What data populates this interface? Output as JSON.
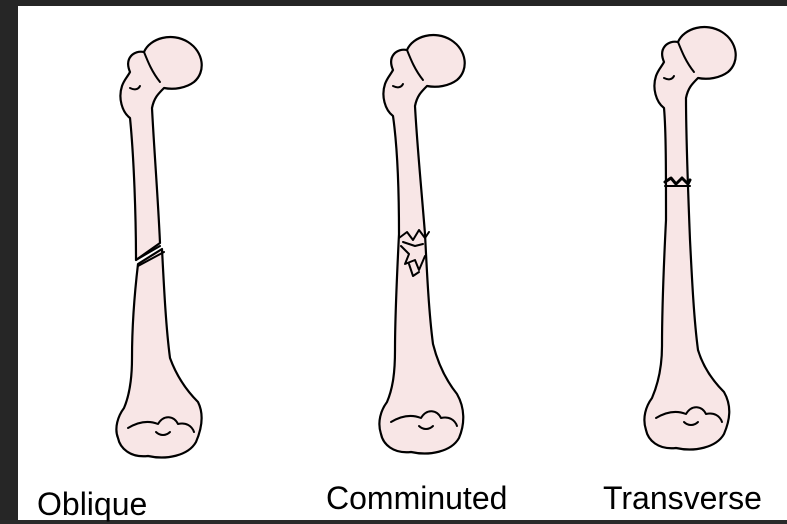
{
  "labels": {
    "oblique": "Oblique",
    "comminuted": "Comminuted",
    "transverse": "Transverse"
  },
  "colors": {
    "background": "#262626",
    "panel": "#ffffff",
    "bone": "#f8e6e6",
    "outline": "#000000"
  },
  "icons": [
    "humerus-oblique-fracture-icon",
    "humerus-comminuted-fracture-icon",
    "humerus-transverse-fracture-icon"
  ]
}
